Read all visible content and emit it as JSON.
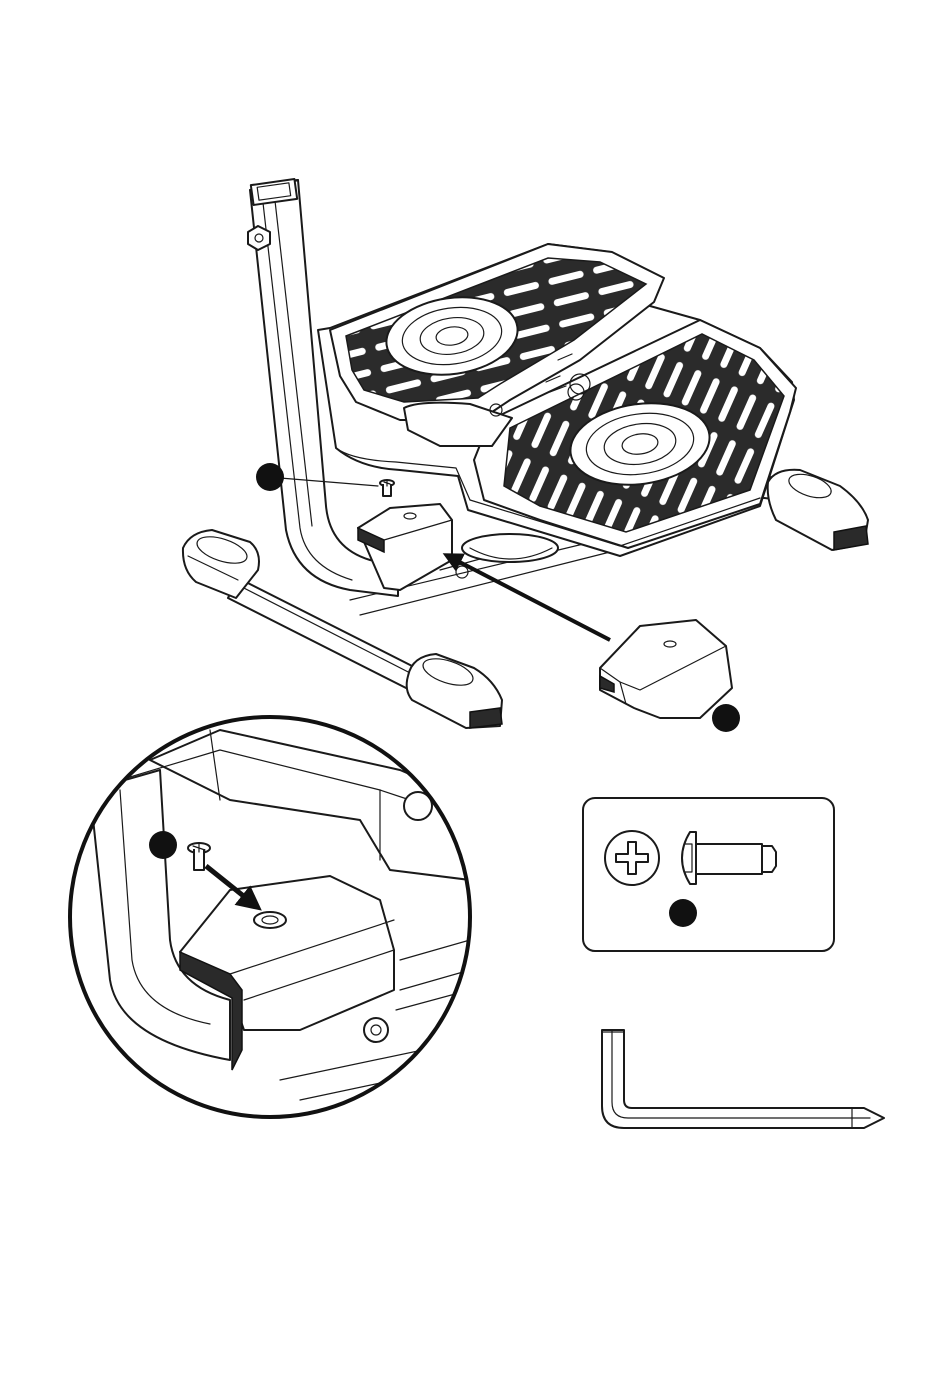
{
  "figure": {
    "main_view": "main-assembly-view",
    "detail_view": "detail-magnifier",
    "hardware_box": "hardware-box",
    "tool": "allen-wrench"
  },
  "icons": {
    "screw": "phillips-screw-icon",
    "wrench": "allen-wrench-icon",
    "arrow": "insertion-arrow-icon"
  },
  "colors": {
    "line": "#1a1a1a",
    "dark_fill": "#2a2a2a",
    "callout": "#111111",
    "background": "#ffffff"
  },
  "callouts": [
    {
      "id": "callout-screw-main"
    },
    {
      "id": "callout-cover"
    },
    {
      "id": "callout-screw-detail"
    },
    {
      "id": "callout-hardware"
    }
  ]
}
